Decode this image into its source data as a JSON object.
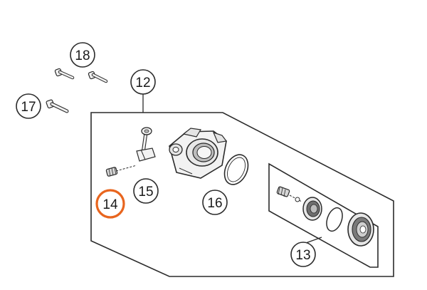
{
  "colors": {
    "line": "#2b2b2b",
    "part_fill": "#f2f2f2",
    "part_shade": "#bdbdbd",
    "highlight": "#e8651e",
    "background": "#ffffff"
  },
  "callouts": {
    "c12": "12",
    "c13": "13",
    "c14": "14",
    "c15": "15",
    "c16": "16",
    "c17": "17",
    "c18": "18"
  },
  "highlighted_callout": "14"
}
